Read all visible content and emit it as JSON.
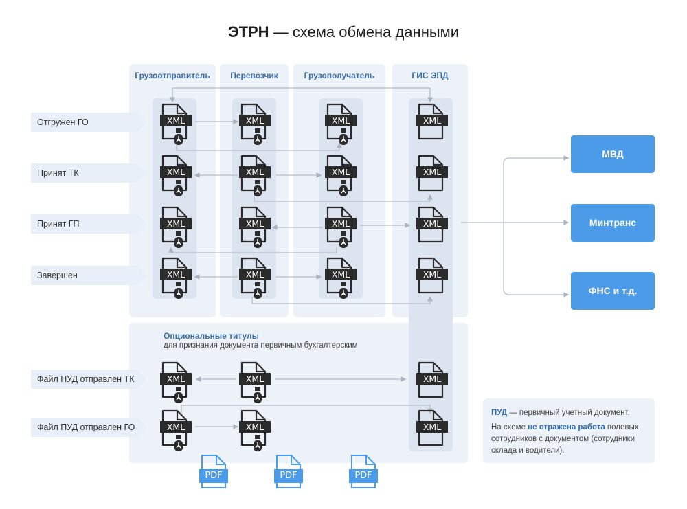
{
  "title": {
    "bold": "ЭТРН",
    "rest": " — схема обмена данными"
  },
  "columns": [
    {
      "label": "Грузоотправитель"
    },
    {
      "label": "Перевозчик"
    },
    {
      "label": "Грузополучатель"
    },
    {
      "label": "ГИС ЭПД"
    }
  ],
  "rows": [
    {
      "label": "Отгружен ГО"
    },
    {
      "label": "Принят ТК"
    },
    {
      "label": "Принят ГП"
    },
    {
      "label": "Завершен"
    },
    {
      "label": "Файл ПУД отправлен ТК"
    },
    {
      "label": "Файл ПУД отправлен ГО"
    }
  ],
  "document_icons": {
    "xml": "XML",
    "pdf": "PDF",
    "xml_icon": "signed-xml-document-icon",
    "pdf_icon": "pdf-document-icon"
  },
  "optional": {
    "title": "Опциональные титулы",
    "subtitle": "для признания документа первичным бухгалтерским"
  },
  "recipients": [
    {
      "label": "МВД"
    },
    {
      "label": "Минтранс"
    },
    {
      "label": "ФНС и т.д."
    }
  ],
  "note": {
    "term": "ПУД",
    "definition": " — первичный учетный документ.",
    "line2_prefix": "На схеме ",
    "line2_highlight": "не отражена работа",
    "line2_suffix": " полевых сотрудников с документом (сотрудники склада и водители)."
  },
  "colors": {
    "accent": "#4c9be8",
    "heading": "#3d6fa8",
    "panel": "#edf2f9",
    "lane": "#dce4f0",
    "icon": "#2b2b2b",
    "wire": "#a9b2bd"
  }
}
